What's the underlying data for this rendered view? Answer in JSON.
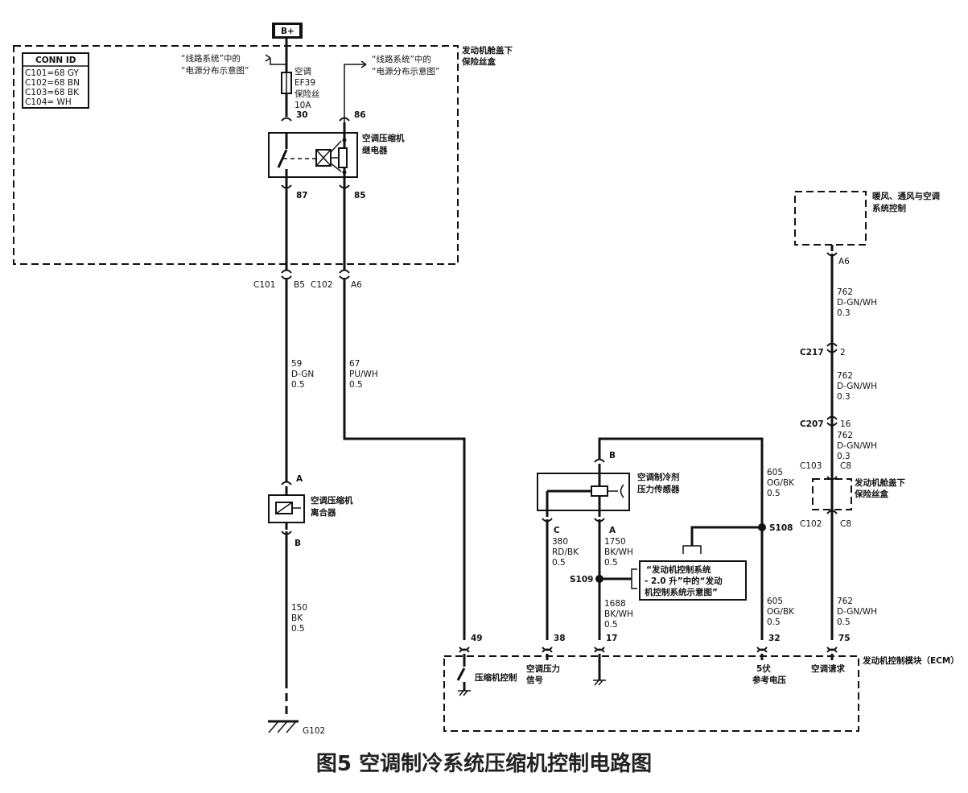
{
  "caption": "图5 空调制冷系统压缩机控制电路图",
  "conn_id": {
    "title": "CONN ID",
    "rows": [
      "C101=68 GY",
      "C102=68 BN",
      "C103=68 BK",
      "C104= WH"
    ]
  },
  "power": "B+",
  "fuse_box": {
    "title_l1": "发动机舱盖下",
    "title_l2": "保险丝盒"
  },
  "ref_power1": {
    "l1": "“线路系统”中的",
    "l2": "“电源分布示意图”"
  },
  "ref_power2": {
    "l1": "“线路系统”中的",
    "l2": "“电源分布示意图”"
  },
  "fuse": {
    "l1": "空调",
    "l2": "EF39",
    "l3": "保险丝",
    "l4": "10A"
  },
  "relay": {
    "l1": "空调压缩机",
    "l2": "继电器",
    "pin30": "30",
    "pin86": "86",
    "pin87": "87",
    "pin85": "85"
  },
  "conn_c101": {
    "name": "C101",
    "pin": "B5"
  },
  "conn_c102": {
    "name": "C102",
    "pin": "A6"
  },
  "wire_59": {
    "l1": "59",
    "l2": "D-GN",
    "l3": "0.5"
  },
  "wire_67": {
    "l1": "67",
    "l2": "PU/WH",
    "l3": "0.5"
  },
  "clutch": {
    "l1": "空调压缩机",
    "l2": "离合器",
    "pinA": "A",
    "pinB": "B"
  },
  "wire_150": {
    "l1": "150",
    "l2": "BK",
    "l3": "0.5"
  },
  "ground": "G102",
  "sensor": {
    "l1": "空调制冷剂",
    "l2": "压力传感器",
    "pinB": "B",
    "pinC": "C",
    "pinA": "A"
  },
  "wire_380": {
    "l1": "380",
    "l2": "RD/BK",
    "l3": "0.5"
  },
  "wire_1750": {
    "l1": "1750",
    "l2": "BK/WH",
    "l3": "0.5"
  },
  "wire_1688": {
    "l1": "1688",
    "l2": "BK/WH",
    "l3": "0.5"
  },
  "wire_605a": {
    "l1": "605",
    "l2": "OG/BK",
    "l3": "0.5"
  },
  "wire_605b": {
    "l1": "605",
    "l2": "OG/BK",
    "l3": "0.5"
  },
  "splice_s108": "S108",
  "splice_s109": "S109",
  "ref_ecm": {
    "l1": "“发动机控制系统",
    "l2": "- 2.0 升”中的“发动",
    "l3": "机控制系统示意图”"
  },
  "hvac": {
    "l1": "暖风、通风与空调",
    "l2": "系统控制",
    "pin": "A6"
  },
  "wire_762a": {
    "l1": "762",
    "l2": "D-GN/WH",
    "l3": "0.3"
  },
  "conn_c217": {
    "name": "C217",
    "pin": "2"
  },
  "wire_762b": {
    "l1": "762",
    "l2": "D-GN/WH",
    "l3": "0.3"
  },
  "conn_c207": {
    "name": "C207",
    "pin": "16"
  },
  "wire_762c": {
    "l1": "762",
    "l2": "D-GN/WH",
    "l3": "0.3"
  },
  "conn_c103": {
    "name": "C103",
    "pin": "C8"
  },
  "fuse_box2": {
    "l1": "发动机舱盖下",
    "l2": "保险丝盒"
  },
  "conn_c102b": {
    "name": "C102",
    "pin": "C8"
  },
  "wire_762d": {
    "l1": "762",
    "l2": "D-GN/WH",
    "l3": "0.5"
  },
  "ecm": {
    "title": "发动机控制模块（ECM）",
    "pin49": "49",
    "pin38": "38",
    "pin17": "17",
    "pin32": "32",
    "pin75": "75",
    "func_49": "压缩机控制",
    "func_38_l1": "空调压力",
    "func_38_l2": "信号",
    "func_32_l1": "5伏",
    "func_32_l2": "参考电压",
    "func_75": "空调请求"
  }
}
